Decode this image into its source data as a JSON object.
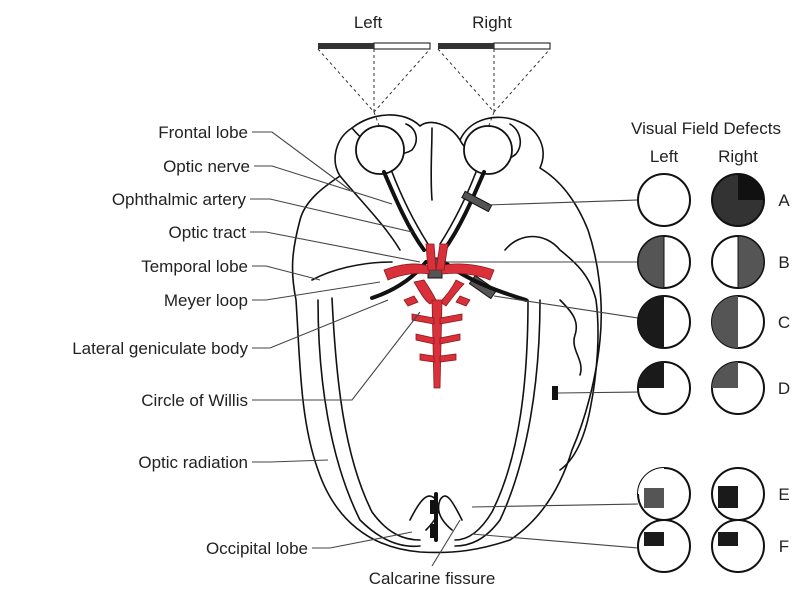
{
  "top_labels": {
    "left": "Left",
    "right": "Right"
  },
  "anatomy_labels": [
    "Frontal lobe",
    "Optic nerve",
    "Ophthalmic artery",
    "Optic tract",
    "Temporal lobe",
    "Meyer loop",
    "Lateral geniculate body",
    "Circle of Willis",
    "Optic radiation",
    "Occipital lobe",
    "Calcarine fissure"
  ],
  "defects": {
    "title": "Visual Field Defects",
    "col_left": "Left",
    "col_right": "Right",
    "rows": [
      "A",
      "B",
      "C",
      "D",
      "E",
      "F"
    ]
  },
  "colors": {
    "vessels": "#d9303a",
    "ink": "#111111"
  }
}
